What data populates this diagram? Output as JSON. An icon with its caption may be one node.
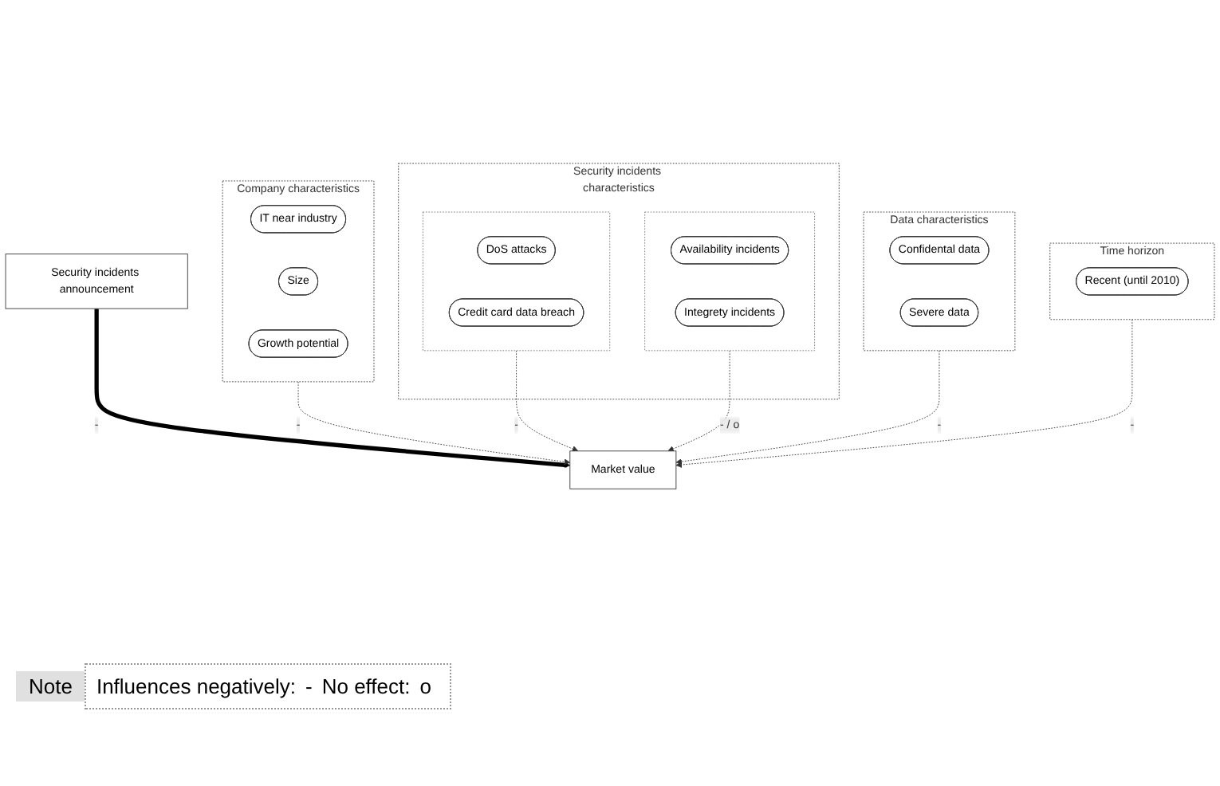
{
  "diagram": {
    "nodes": [
      {
        "text": [
          "Security incidents announcement"
        ]
      },
      {
        "text": [
          "Company characteristics"
        ]
      },
      {
        "text": [
          "IT near industry"
        ],
        "in": 1
      },
      {
        "text": [
          "Size"
        ],
        "in": 1
      },
      {
        "text": [
          "Growth potential"
        ],
        "in": 1
      },
      {
        "text": [
          "Security incidents characteristics"
        ]
      },
      {
        "text": [],
        "shape": "box",
        "in": 5
      },
      {
        "text": [
          "DoS attacks"
        ],
        "in": 6
      },
      {
        "text": [
          "Credit card data breach"
        ],
        "in": 6
      },
      {
        "text": [],
        "shape": "box",
        "in": 5
      },
      {
        "text": [
          "Availability incidents"
        ],
        "in": 9
      },
      {
        "text": [
          "Integrety incidents"
        ],
        "in": 9
      },
      {
        "text": [
          "Data characteristics"
        ]
      },
      {
        "text": [
          "Confidental data"
        ],
        "in": 12
      },
      {
        "text": [
          "Severe data"
        ],
        "in": 12
      },
      {
        "text": [
          "Time horizon"
        ]
      },
      {
        "text": [
          "Recent (until 2010)"
        ],
        "in": 15
      },
      {
        "text": [
          "Market value"
        ]
      }
    ],
    "edges": [
      {
        "from": 0,
        "to": 17,
        "arrow": "to",
        "label": "-",
        "style": "thick"
      },
      {
        "from": 1,
        "to": 17,
        "arrow": "to",
        "label": "-",
        "style": "dashed"
      },
      {
        "from": 6,
        "to": 17,
        "arrow": "to",
        "label": "-",
        "style": "dashed"
      },
      {
        "from": 9,
        "to": 17,
        "arrow": "to",
        "label": "- / o",
        "style": "dashed"
      },
      {
        "from": 12,
        "to": 17,
        "arrow": "to",
        "label": "-",
        "style": "dashed"
      },
      {
        "from": 15,
        "to": 17,
        "arrow": "to",
        "label": "-",
        "style": "dashed"
      }
    ],
    "labels": [
      "Note",
      "Influences negatively:",
      "-",
      "No effect:",
      "o"
    ]
  }
}
